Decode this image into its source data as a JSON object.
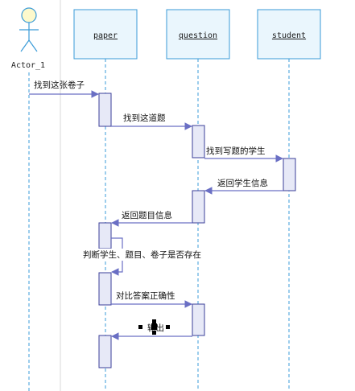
{
  "actor": {
    "name": "Actor_1"
  },
  "objects": [
    {
      "id": "paper",
      "name": "paper"
    },
    {
      "id": "question",
      "name": "question"
    },
    {
      "id": "student",
      "name": "student"
    }
  ],
  "messages": [
    {
      "label": "找到这张卷子",
      "from": "actor",
      "to": "paper",
      "kind": "call"
    },
    {
      "label": "找到这道题",
      "from": "paper",
      "to": "question",
      "kind": "call"
    },
    {
      "label": "找到写题的学生",
      "from": "question",
      "to": "student",
      "kind": "call"
    },
    {
      "label": "返回学生信息",
      "from": "student",
      "to": "question",
      "kind": "return"
    },
    {
      "label": "返回题目信息",
      "from": "question",
      "to": "paper",
      "kind": "return"
    },
    {
      "label": "判断学生、题目、卷子是否存在",
      "from": "paper",
      "to": "paper",
      "kind": "self"
    },
    {
      "label": "对比答案正确性",
      "from": "paper",
      "to": "question",
      "kind": "call"
    },
    {
      "label": "输出",
      "from": "question",
      "to": "paper",
      "kind": "return"
    }
  ],
  "colors": {
    "object_fill": "#eaf6fd",
    "object_stroke": "#3a9bd8",
    "lifeline": "#3a9bd8",
    "activation_fill": "#e7e9f7",
    "activation_stroke": "#3b3f9a",
    "message": "#6a6fc4",
    "actor_head": "#fdf9cc"
  }
}
